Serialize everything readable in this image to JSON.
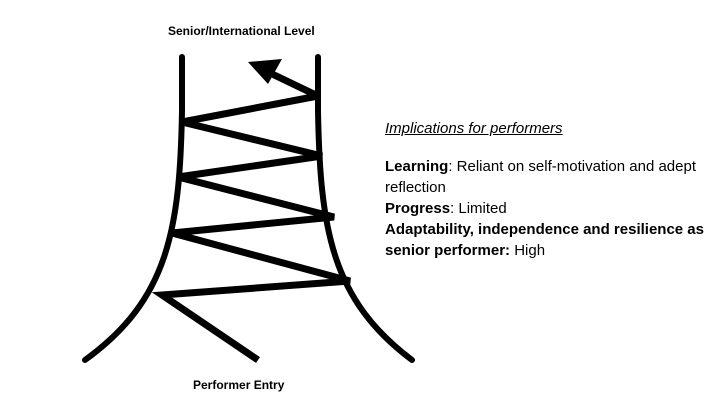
{
  "diagram": {
    "top_label": "Senior/International Level",
    "bottom_label": "Performer Entry"
  },
  "implications": {
    "heading": "Implications for performers",
    "learning_label": "Learning",
    "learning_value": ": Reliant on self-motivation and adept reflection",
    "progress_label": "Progress",
    "progress_value": ": Limited",
    "adaptability_label": "Adaptability, independence and resilience as senior performer:",
    "adaptability_value": " High"
  },
  "colors": {
    "ink": "#000000",
    "background": "#ffffff"
  }
}
